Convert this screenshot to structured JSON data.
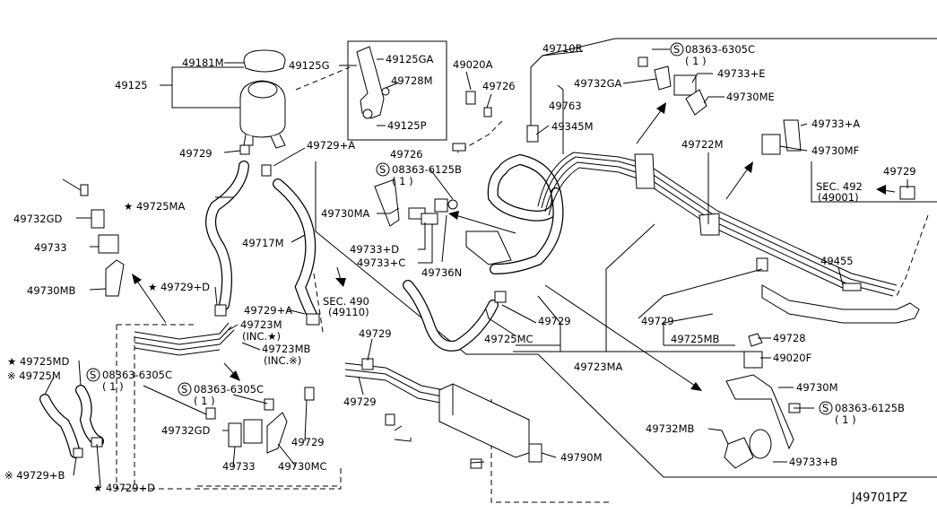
{
  "diagram_id": "J49701PZ",
  "labels": {
    "l49125": "49125",
    "l49181M": "49181M",
    "l49125G": "49125G",
    "l49125GA": "49125GA",
    "l49728M": "49728M",
    "l49125P": "49125P",
    "l49020A": "49020A",
    "l49726a": "49726",
    "l49710R": "49710R",
    "l08363_6305C_top": "08363-6305C",
    "l1_top": "( 1 )",
    "l49733E": "49733+E",
    "l49732GA": "49732GA",
    "l49730ME": "49730ME",
    "l49763": "49763",
    "l49345M": "49345M",
    "l49722M": "49722M",
    "l49733A": "49733+A",
    "l49730MF": "49730MF",
    "l49729_r": "49729",
    "lSEC492": "SEC. 492",
    "l49001": "(49001)",
    "l49729_tl": "49729",
    "l49729A_t": "49729+A",
    "l49726b": "49726",
    "l08363_6125B_t": "08363-6125B",
    "l1_t2": "( 1 )",
    "l49725MA": "★ 49725MA",
    "l49732GD": "49732GD",
    "l49733": "49733",
    "l49730MB": "49730MB",
    "l49717M": "49717M",
    "l49730MA": "49730MA",
    "l49733D": "49733+D",
    "l49733C": "49733+C",
    "l49736N": "49736N",
    "l49455": "49455",
    "l49729D": "★ 49729+D",
    "l49729A_m": "49729+A",
    "lSEC490": "SEC. 490",
    "l49110": "(49110)",
    "l49723M": "49723M",
    "lINCstar": "(INC.★)",
    "l49723MB": "49723MB",
    "lINCkome": "(INC.※)",
    "l49729_c": "49729",
    "l49725MC": "49725MC",
    "l49729_mr": "49729",
    "l49725MB": "49725MB",
    "l49728": "49728",
    "l49020F": "49020F",
    "l49723MA": "49723MA",
    "l49729_m2": "49729",
    "l49725MD": "★ 49725MD",
    "l49725M": "※ 49725M",
    "l08363_6305C_l": "08363-6305C",
    "l1_l": "( 1 )",
    "l08363_6305C_m": "08363-6305C",
    "l1_m": "( 1 )",
    "l49729_m3": "49729",
    "l49730M": "49730M",
    "l08363_6125B_r": "08363-6125B",
    "l1_r": "( 1 )",
    "l49732GD_b": "49732GD",
    "l49729_b": "49729",
    "l49733_b": "49733",
    "l49730MC": "49730MC",
    "l49732MB": "49732MB",
    "l49733B": "49733+B",
    "l49790M": "49790M",
    "l49729B": "※ 49729+B",
    "l49729D_b": "★ 49729+D"
  },
  "screw_symbol": "S"
}
